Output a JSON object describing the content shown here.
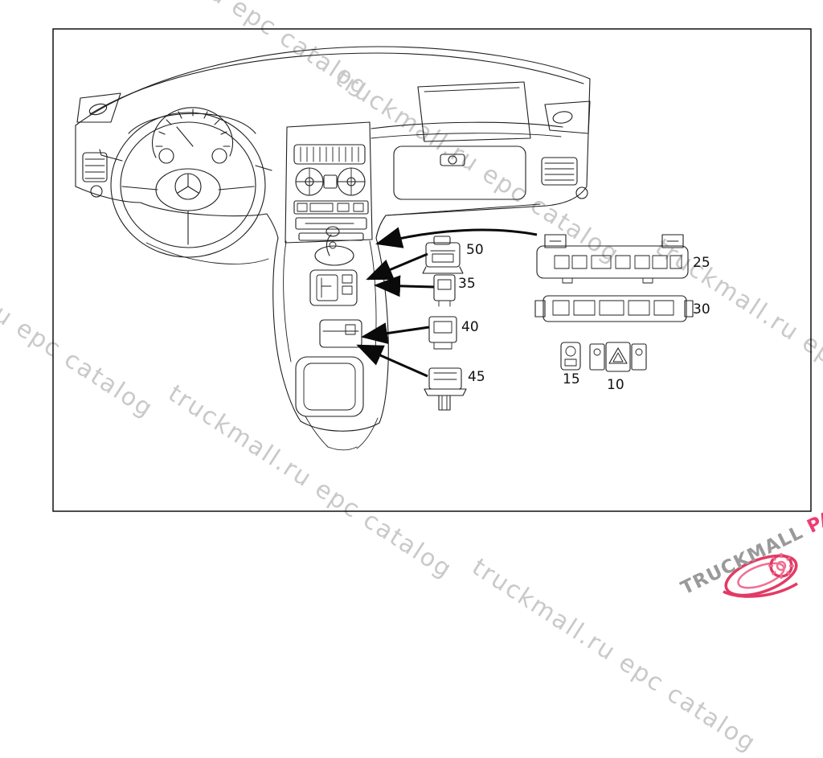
{
  "watermark": {
    "text": "truckmall.ru epc catalog"
  },
  "logo": {
    "brand_gray": "TRUCKMALL",
    "brand_pink": "PARTS"
  },
  "colors": {
    "line": "#1f1f1f",
    "watermark_gray": "#c9c9c9",
    "logo_gray": "#9a9a9a",
    "logo_pink": "#ee3d72"
  },
  "diagram": {
    "description": "Mercedes dashboard switch location diagram",
    "callouts": [
      {
        "label": "50"
      },
      {
        "label": "35"
      },
      {
        "label": "40"
      },
      {
        "label": "45"
      },
      {
        "label": "25"
      },
      {
        "label": "30"
      },
      {
        "label": "15"
      },
      {
        "label": "10"
      }
    ]
  }
}
